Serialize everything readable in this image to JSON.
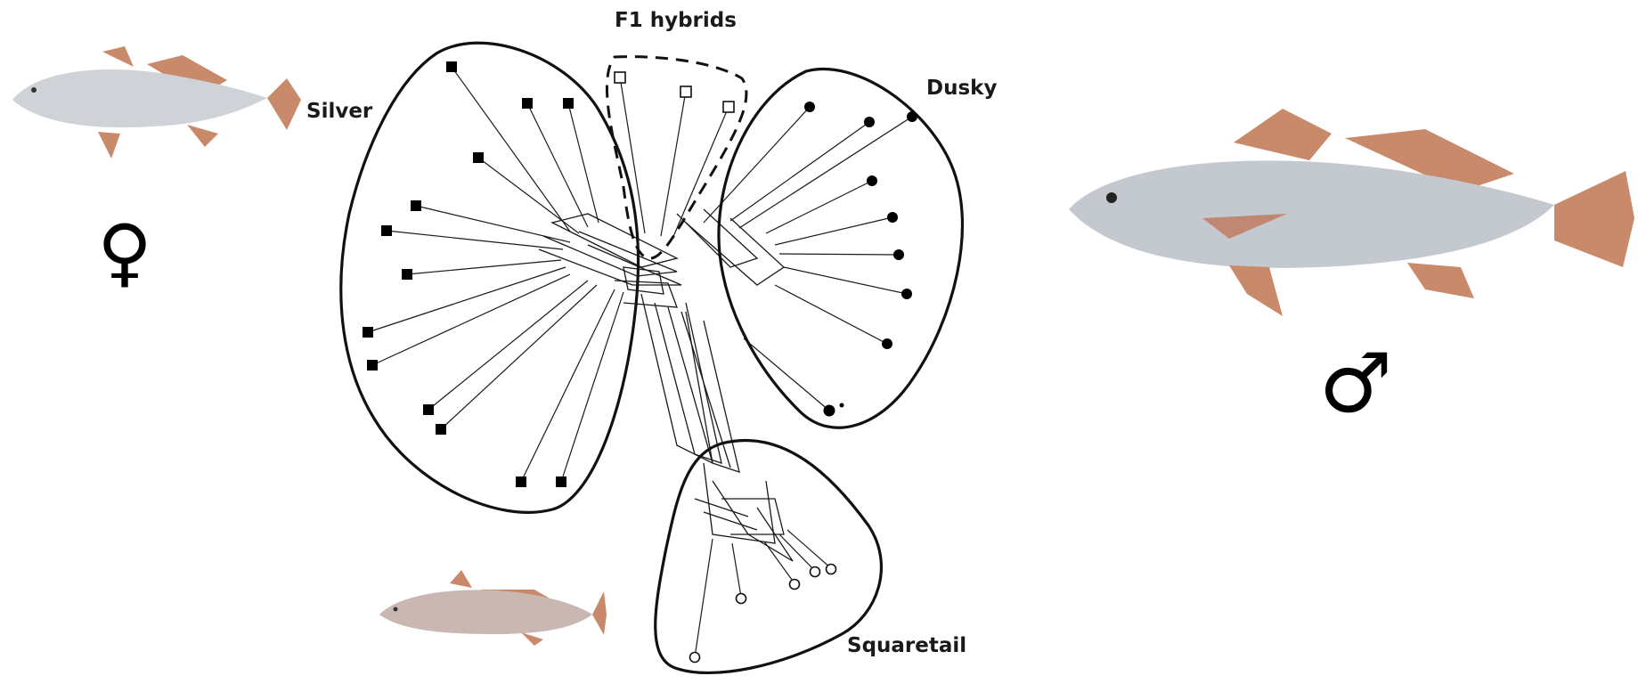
{
  "labels": {
    "silver": "Silver",
    "f1": "F1 hybrids",
    "dusky": "Dusky",
    "squaretail": "Squaretail"
  },
  "symbols": {
    "female": "♀",
    "male": "♂"
  },
  "colors": {
    "line": "#1a1a1a",
    "fish_body": "#c9cdd4",
    "fish_fin": "#c88a6a"
  },
  "icons": {
    "silver_fish": "silver-fish-illustration",
    "dusky_fish": "dusky-fish-illustration",
    "squaretail_fish": "squaretail-fish-illustration"
  }
}
